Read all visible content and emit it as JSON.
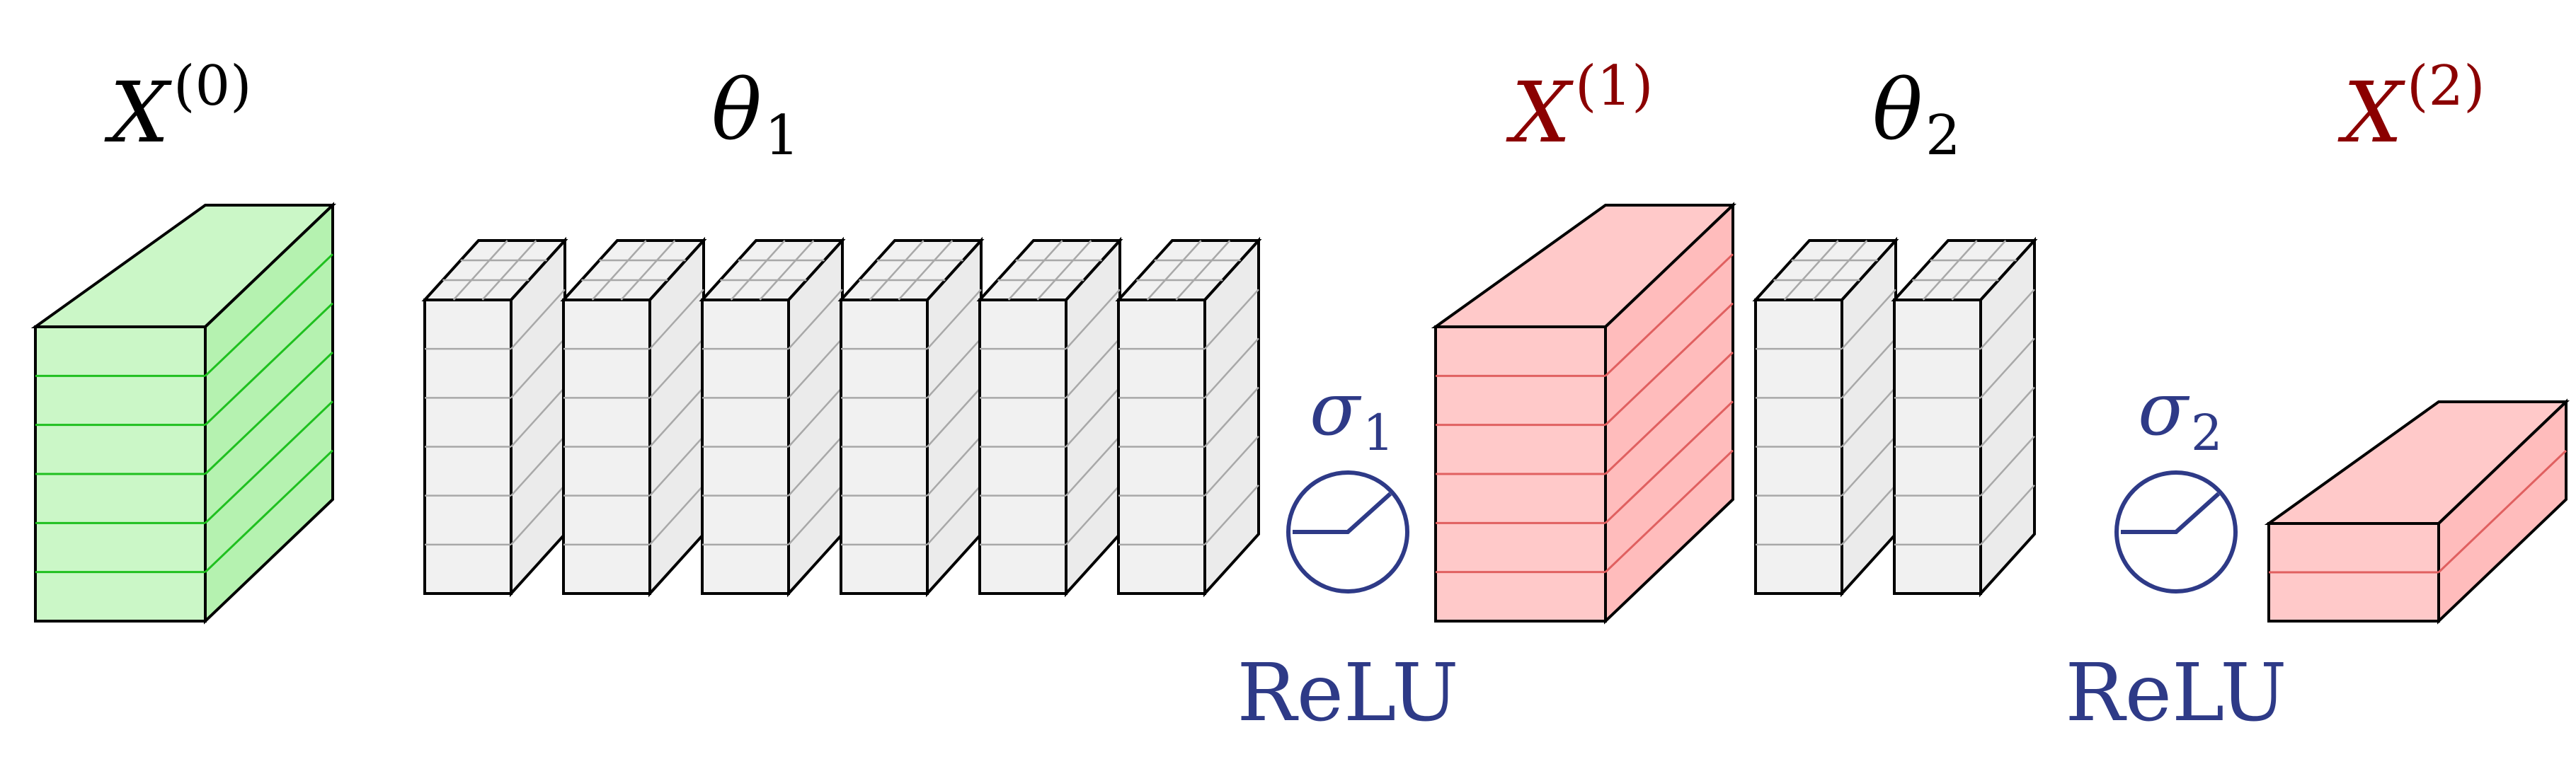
{
  "labels": {
    "x0": {
      "base": "X",
      "sup": "(0)"
    },
    "theta1": {
      "base": "θ",
      "sub": "1"
    },
    "x1": {
      "base": "X",
      "sup": "(1)"
    },
    "theta2": {
      "base": "θ",
      "sub": "2"
    },
    "x2": {
      "base": "X",
      "sup": "(2)"
    },
    "sigma1": {
      "base": "σ",
      "sub": "1"
    },
    "sigma2": {
      "base": "σ",
      "sub": "2"
    },
    "relu1": "ReLU",
    "relu2": "ReLU"
  },
  "structure": {
    "theta1_kernel_count": 6,
    "theta2_kernel_count": 2,
    "x0_slices": 6,
    "x1_slices": 6,
    "x2_slices": 2
  },
  "colors": {
    "ink": "#000000",
    "highlight_label": "#8b0000",
    "activation": "#2e3a87",
    "green_fill": "#cbf7c7",
    "green_side": "#b5f2b0",
    "green_line": "#1fc01f",
    "red_fill": "#ffc9c9",
    "red_side": "#ffbcbc",
    "red_line": "#e06060",
    "kernel_fill": "#f1f1f1",
    "kernel_side": "#ebebeb",
    "kernel_line": "#a8a8a8"
  }
}
